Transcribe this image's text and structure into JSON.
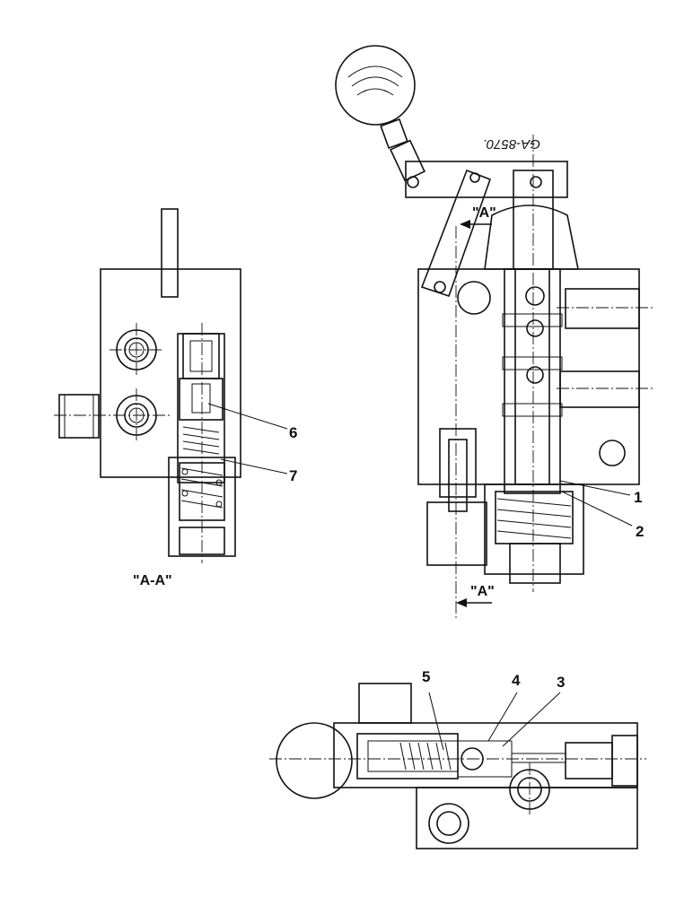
{
  "drawing_code": "GA-8570.",
  "views": {
    "section_label": "\"A-A\"",
    "cut_label_top": "\"A\"",
    "cut_label_bottom": "\"A\""
  },
  "callouts": [
    "1",
    "2",
    "3",
    "4",
    "5",
    "6",
    "7"
  ],
  "components": {
    "view_a_a": "section A-A of valve body",
    "main_valve": "lever-operated valve section",
    "lower_view": "check valve section"
  }
}
